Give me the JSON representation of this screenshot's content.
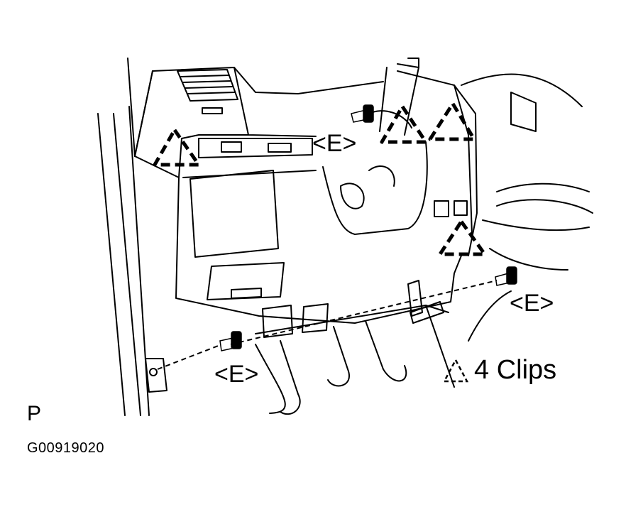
{
  "labels": {
    "e_top": "<E>",
    "e_right": "<E>",
    "e_bottom": "<E>"
  },
  "legend": {
    "symbol": "clip-triangle-icon",
    "text": "4 Clips"
  },
  "corner_mark": "P",
  "figure_code": "G00919020",
  "colors": {
    "line": "#000000",
    "background": "#ffffff"
  }
}
